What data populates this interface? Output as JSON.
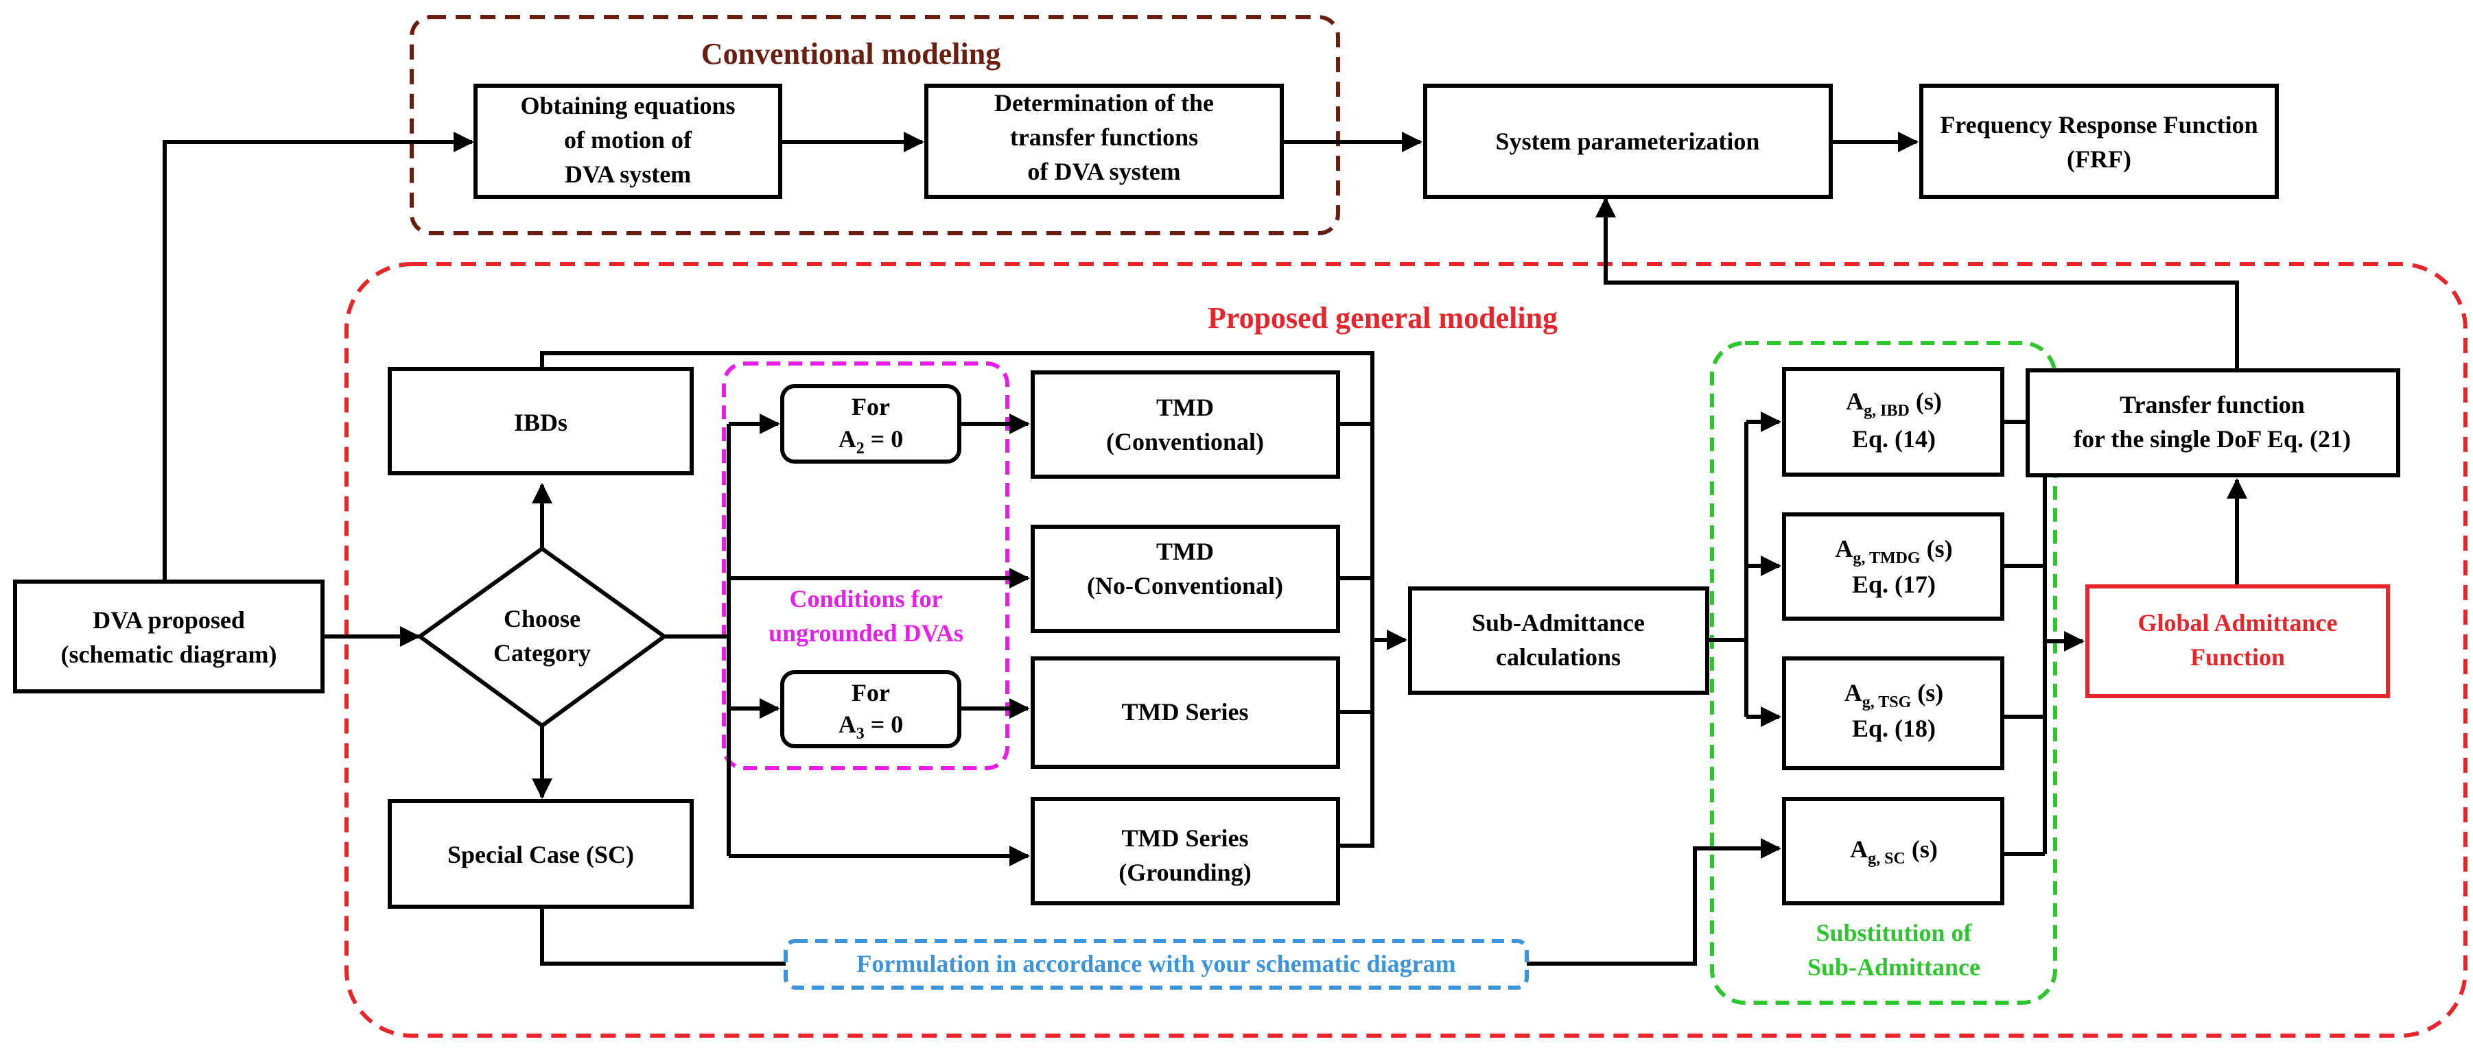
{
  "colors": {
    "conventional": "#6b1e0f",
    "proposed": "#e8252a",
    "conditions": "#e81ee8",
    "substitution": "#2cc72c",
    "formulation": "#3c94dc",
    "stroke": "#000000"
  },
  "conventional": {
    "title": "Conventional modeling",
    "obtaining": [
      "Obtaining equations",
      "of motion of",
      "DVA system"
    ],
    "determination": [
      "Determination of the",
      "transfer functions",
      "of DVA system"
    ]
  },
  "system_param": "System parameterization",
  "frf": [
    "Frequency Response Function",
    "(FRF)"
  ],
  "proposed": {
    "title": "Proposed general modeling"
  },
  "dva_proposed": [
    "DVA proposed",
    "(schematic diagram)"
  ],
  "choose": [
    "Choose",
    "Category"
  ],
  "ibds": "IBDs",
  "special_case": "Special Case (SC)",
  "conditions": {
    "label": [
      "Conditions for",
      "ungrounded DVAs"
    ],
    "for1": {
      "line1": "For",
      "var": "A",
      "sub": "2",
      "rest": " = 0"
    },
    "for2": {
      "line1": "For",
      "var": "A",
      "sub": "3",
      "rest": " = 0"
    }
  },
  "tmd": {
    "conventional": [
      "TMD",
      "(Conventional)"
    ],
    "no_conventional": [
      "TMD",
      "(No-Conventional)"
    ],
    "series": "TMD Series",
    "grounding": [
      "TMD Series",
      "(Grounding)"
    ]
  },
  "sub_admittance": [
    "Sub-Admittance",
    "calculations"
  ],
  "ag": {
    "ibd": {
      "var": "A",
      "sub": "g, IBD",
      "rest": " (s)",
      "eq": "Eq. (14)"
    },
    "tmdg": {
      "var": "A",
      "sub": "g, TMDG",
      "rest": " (s)",
      "eq": "Eq. (17)"
    },
    "tsg": {
      "var": "A",
      "sub": "g, TSG",
      "rest": " (s)",
      "eq": "Eq. (18)"
    },
    "sc": {
      "var": "A",
      "sub": "g, SC",
      "rest": " (s)"
    }
  },
  "substitution": [
    "Substitution of",
    "Sub-Admittance"
  ],
  "transfer_function": [
    "Transfer function",
    "for the single DoF Eq. (21)"
  ],
  "global_admittance": [
    "Global Admittance",
    "Function"
  ],
  "formulation": "Formulation in accordance with your schematic diagram"
}
